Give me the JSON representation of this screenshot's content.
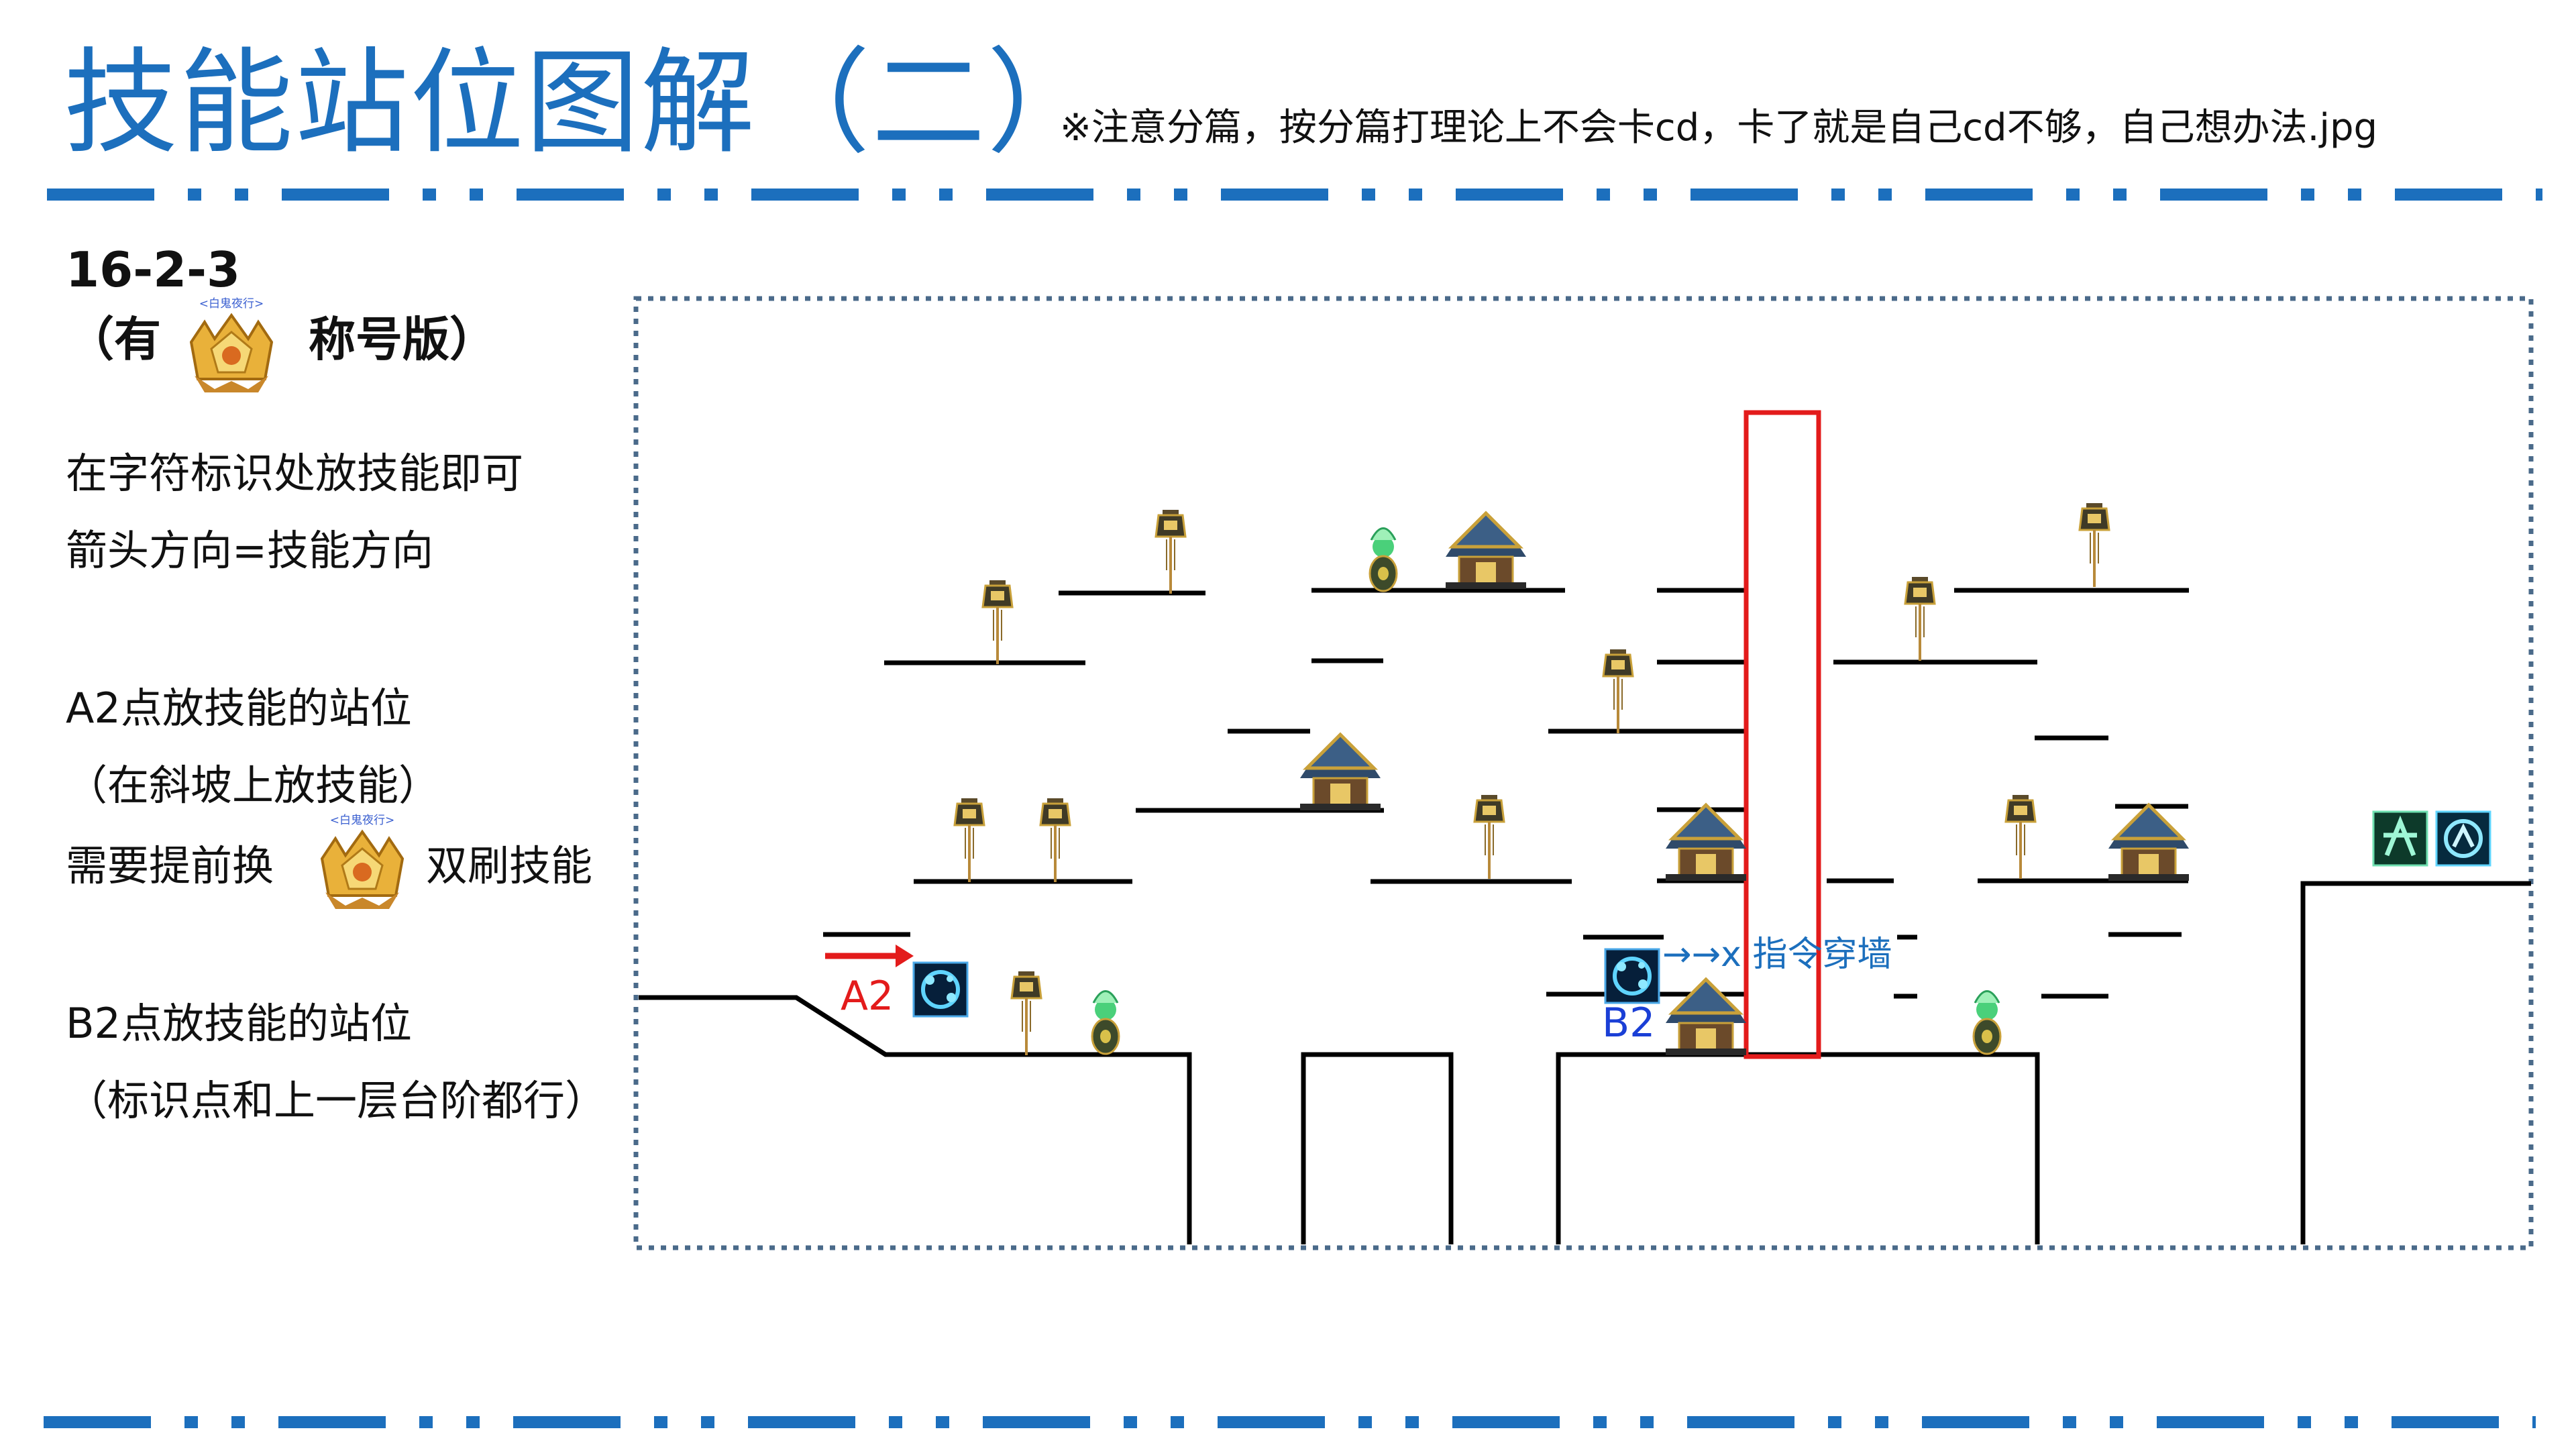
{
  "header": {
    "title": "技能站位图解（二）",
    "note": "※注意分篇，按分篇打理论上不会卡cd，卡了就是自己cd不够，自己想办法.jpg"
  },
  "sidebar": {
    "stage": "16-2-3",
    "version_prefix": "（有",
    "version_suffix": "称号版）",
    "badge_caption": "<白鬼夜行>",
    "line1": "在字符标识处放技能即可",
    "line2": "箭头方向=技能方向",
    "a2_title": "A2点放技能的站位",
    "a2_note": "（在斜坡上放技能）",
    "a2_prep_prefix": "需要提前换",
    "a2_prep_suffix": "双刷技能",
    "b2_title": "B2点放技能的站位",
    "b2_note": "（标识点和上一层台阶都行）"
  },
  "map": {
    "label_a2": "A2",
    "label_b2": "B2",
    "wall_hint": "→→x 指令穿墙",
    "colors": {
      "title_blue": "#1c6fbd",
      "dash_blue": "#1c6fbd",
      "frame_blue": "#4a6a8a",
      "a2_red": "#e31b1b",
      "b2_blue": "#1a3fd6",
      "highlight_red": "#e31b1b"
    }
  }
}
